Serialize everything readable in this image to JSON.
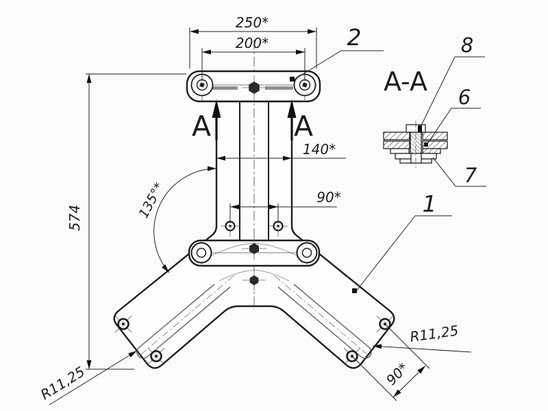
{
  "colors": {
    "background": "#fbfbfa",
    "outline": "#1c1c1c",
    "thin_line": "#222222",
    "center_line": "#555555",
    "slot_gray": "#8f8f8f",
    "hatch": "#333333"
  },
  "main_view": {
    "dims": {
      "outer_width": "250*",
      "hole_span": "200*",
      "stem_width": "140*",
      "stem_hole_span": "90*",
      "bend_angle": "135°*",
      "overall_height": "574",
      "leg_hole_span": "90*",
      "slot_radius_left": "R11,25",
      "slot_radius_right": "R11,25"
    },
    "section_cut": {
      "left_label": "A",
      "right_label": "A"
    },
    "callouts": {
      "frame": "1",
      "top_plate": "2"
    }
  },
  "section_view": {
    "title": "A-A",
    "callouts": {
      "bolt": "8",
      "plate": "6",
      "nut": "7"
    }
  }
}
